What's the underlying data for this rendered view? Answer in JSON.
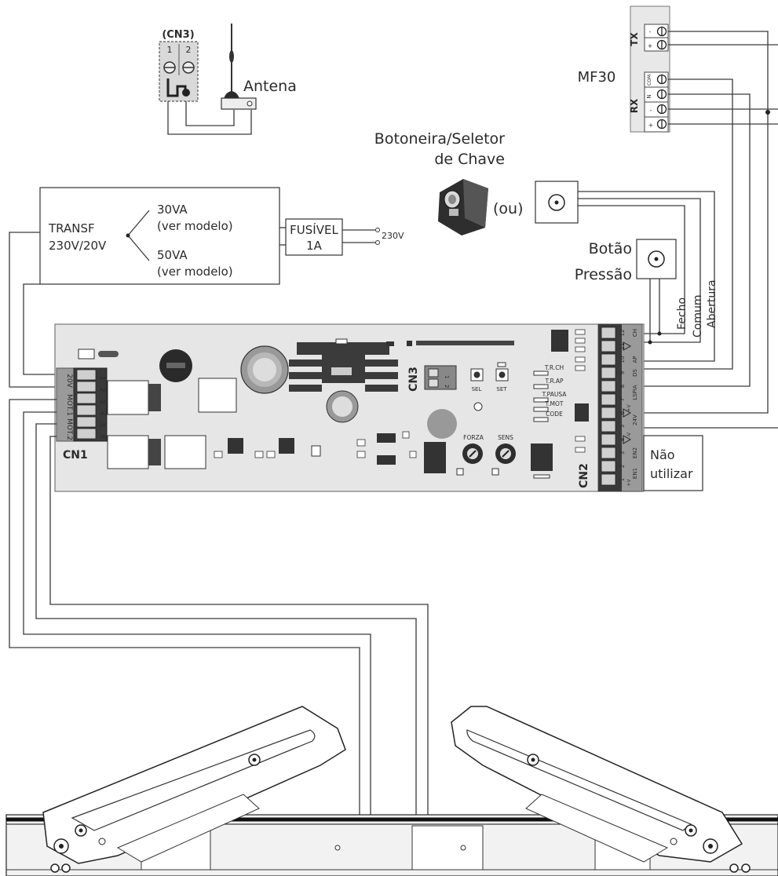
{
  "antenna": {
    "connector": "(CN3)",
    "pin1": "1",
    "pin2": "2",
    "label": "Antena"
  },
  "receiver": {
    "model": "MF30",
    "tx_label": "TX",
    "rx_label": "RX",
    "tx_pins": [
      "-",
      "+"
    ],
    "rx_pins": [
      "COM",
      "N",
      "-",
      "+"
    ]
  },
  "keypad": {
    "title_line1": "Botoneira/Seletor",
    "title_line2": "de Chave",
    "or_label": "(ou)"
  },
  "pushbutton": {
    "line1": "Botão",
    "line2": "Pressão"
  },
  "wire_labels": {
    "close": "Fecho",
    "common": "Comum",
    "open": "Abertura"
  },
  "transformer": {
    "title_line1": "TRANSF",
    "title_line2": "230V/20V",
    "opt1_line1": "30VA",
    "opt1_line2": "(ver modelo)",
    "opt2_line1": "50VA",
    "opt2_line2": "(ver modelo)"
  },
  "fuse": {
    "line1": "FUSÍVEL",
    "line2": "1A",
    "mains": "230V"
  },
  "board": {
    "cn1_label": "CN1",
    "cn1_pins": [
      "1",
      "2",
      "3",
      "4",
      "5",
      "6"
    ],
    "cn1_groups": [
      "20V",
      "MOT.1",
      "MOT.2"
    ],
    "cn3_label": "CN3",
    "cn3_pins": [
      "1",
      "2"
    ],
    "buttons": [
      "SEL",
      "SET"
    ],
    "settings": [
      "T.R.CH",
      "T.R.AP",
      "T.PAUSA",
      "T.MOT",
      "CODE"
    ],
    "trimmers": [
      "FORZA",
      "SENS"
    ],
    "cn2_label": "CN2",
    "cn2_pins": [
      "12",
      "11",
      "10",
      "9",
      "8",
      "7",
      "6",
      "5",
      "4",
      "3",
      "2",
      "1"
    ],
    "cn2_groups": [
      "CH",
      "AP",
      "DS",
      "LSPIA",
      "24V",
      "EN2",
      "EN1"
    ],
    "cn2_sub": [
      "+V",
      "-V",
      "+V"
    ],
    "not_use_line1": "Não",
    "not_use_line2": "utilizar"
  }
}
